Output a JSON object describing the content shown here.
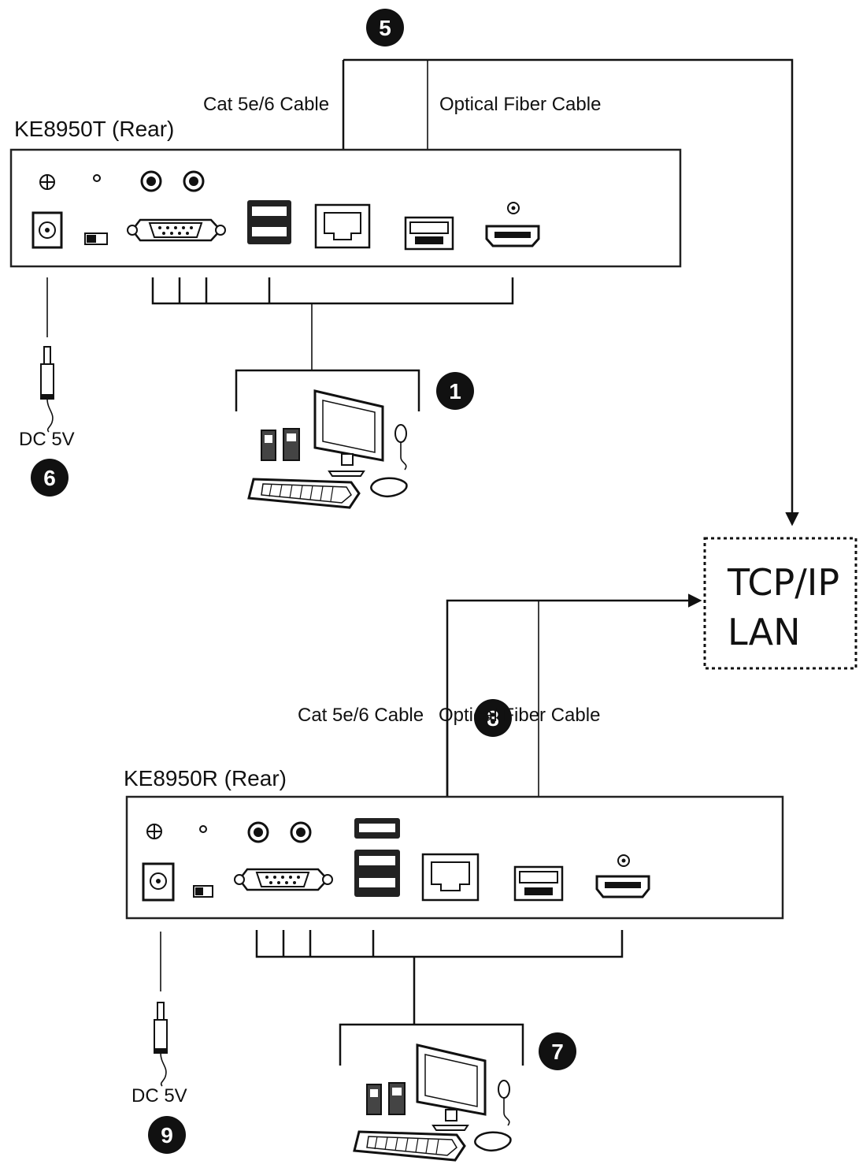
{
  "transmitter": {
    "title": "KE8950T (Rear)",
    "power_label": "DC  5V"
  },
  "receiver": {
    "title": "KE8950R (Rear)",
    "power_label": "DC  5V"
  },
  "cables": {
    "top_cat": "Cat 5e/6 Cable",
    "top_fiber": "Optical Fiber Cable",
    "bottom_cat": "Cat 5e/6 Cable",
    "bottom_fiber": "Optical Fiber Cable"
  },
  "network": {
    "line1": "TCP/IP",
    "line2": "LAN"
  },
  "badges": {
    "b1": "1",
    "b5": "5",
    "b6": "6",
    "b7": "7",
    "b8": "8",
    "b9": "9"
  }
}
